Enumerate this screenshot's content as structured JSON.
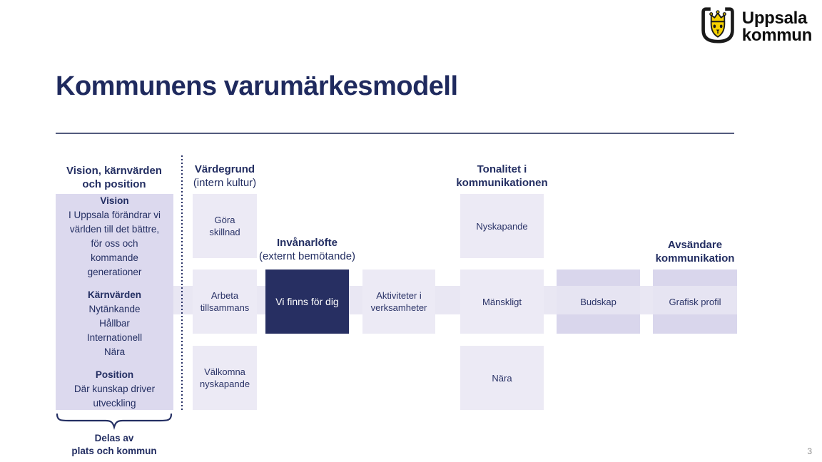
{
  "logo": {
    "name": "Uppsala kommun",
    "line1": "Uppsala",
    "line2": "kommun"
  },
  "page": {
    "title": "Kommunens varumärkesmodell",
    "page_number": "3"
  },
  "colors": {
    "navy": "#232e62",
    "box_light": "#eceaf5",
    "box_medium": "#dcd9ee",
    "box_darker_purple": "#d9d6ec",
    "box_dark_navy": "#272f62",
    "band": "#e9e7f3",
    "logo_yellow": "#f5d100"
  },
  "diagram": {
    "left_column": {
      "heading": "Vision, kärnvärden\noch position",
      "box": {
        "sections": [
          {
            "label": "Vision",
            "text": "I Uppsala förändrar vi\nvärlden till det bättre,\nför oss och\nkommande\ngenerationer"
          },
          {
            "label": "Kärnvärden",
            "text": "Nytänkande\nHållbar\nInternationell\nNära"
          },
          {
            "label": "Position",
            "text": "Där kunskap driver\nutveckling"
          }
        ]
      },
      "brace_caption": "Delas av\nplats och kommun"
    },
    "vardegrund": {
      "heading": "Värdegrund",
      "subheading": "(intern kultur)",
      "boxes": [
        "Göra\nskillnad",
        "Arbeta\ntillsammans",
        "Välkomna\nnyskapande"
      ]
    },
    "invanarlofte": {
      "heading": "Invånarlöfte",
      "subheading": "(externt bemötande)",
      "box": "Vi finns för dig"
    },
    "aktiviteter_box": "Aktiviteter i\nverksamheter",
    "tonalitet": {
      "heading": "Tonalitet i\nkommunikationen",
      "boxes": [
        "Nyskapande",
        "Mänskligt",
        "Nära"
      ]
    },
    "budskap_box": "Budskap",
    "avsandare": {
      "heading": "Avsändare\nkommunikation",
      "box": "Grafisk profil"
    }
  }
}
